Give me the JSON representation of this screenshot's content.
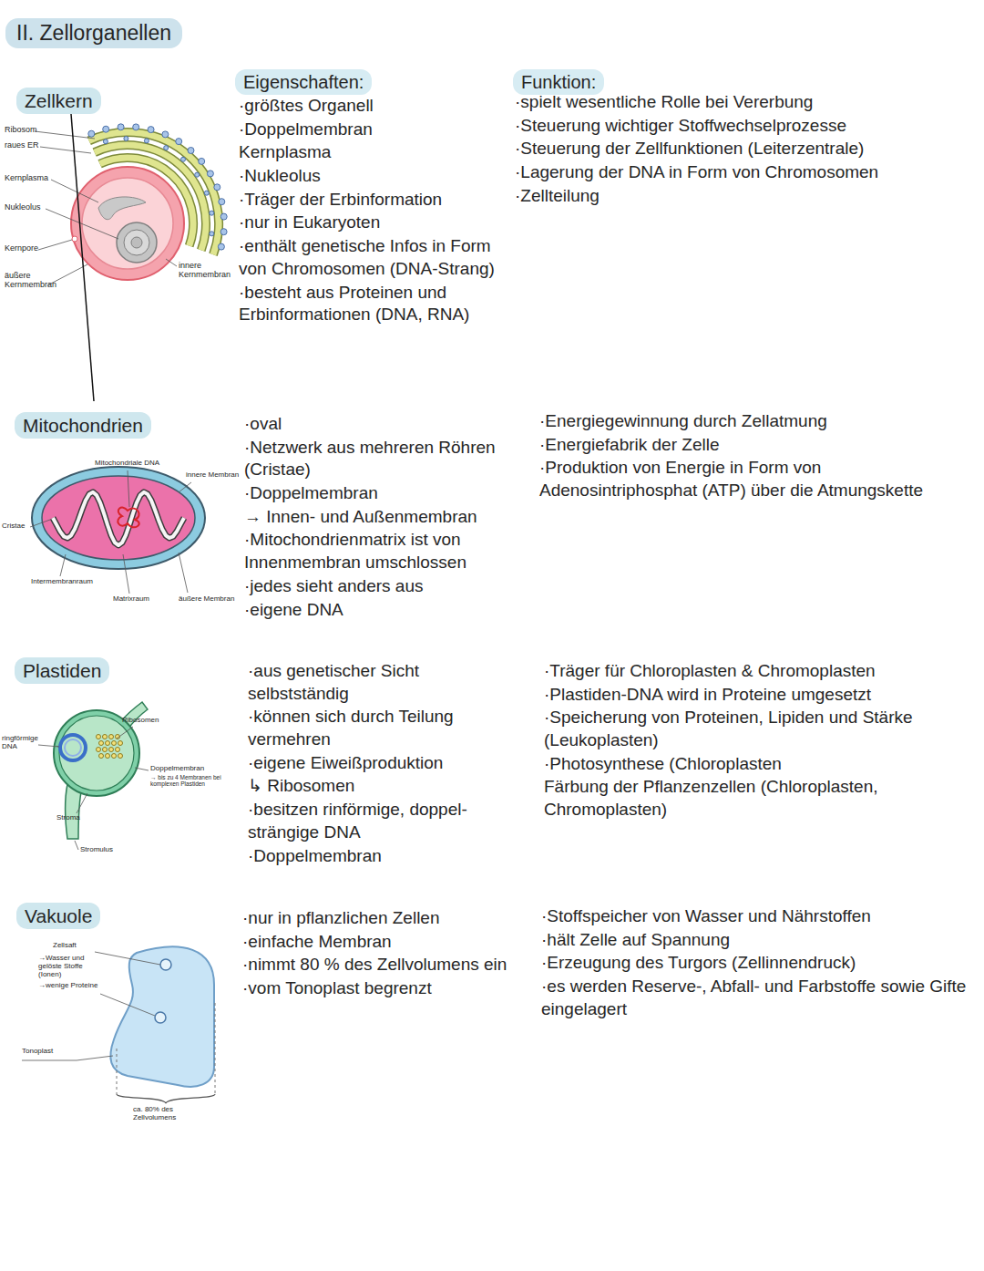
{
  "diagram": {
    "title": "II. Zellorganellen",
    "nodes": [
      {
        "text": [
          "Eigenschaften:"
        ]
      },
      {
        "text": [
          "Funktion:"
        ]
      },
      {
        "text": [
          "Zellkern"
        ]
      },
      {
        "text": [
          "Mitochondrien"
        ]
      },
      {
        "text": [
          "Plastiden"
        ]
      },
      {
        "text": [
          "Vakuole"
        ]
      }
    ],
    "labels": [
      "Ribosom",
      "raues ER",
      "Kernplasma",
      "Nukleolus",
      "Kernpore",
      "äußere Kernmembran",
      "innere Kernmembran",
      "·größtes Organell",
      "·Doppelmembran",
      "Kernplasma",
      "·Nukleolus",
      "·Träger der Erbinformation",
      "·nur in Eukaryoten",
      "·enthält genetische Infos in Form von Chromosomen (DNA-Strang)",
      "·besteht aus Proteinen und Erbinformationen (DNA, RNA)",
      "·spielt wesentliche Rolle bei Vererbung",
      "·Steuerung wichtiger Stoffwechselprozesse",
      "·Steuerung der Zellfunktionen (Leiterzentrale)",
      "·Lagerung der DNA in Form von Chromosomen",
      "·Zellteilung",
      "Mitochondriale DNA",
      "innere Membran",
      "Cristae",
      "Intermembranraum",
      "Matrixraum",
      "äußere Membran",
      "·oval",
      "·Netzwerk aus mehreren Röhren (Cristae)",
      "·Doppelmembran",
      "→ Innen- und Außenmembran",
      "·Mitochondrienmatrix ist von Innenmembran umschlossen",
      "·jedes sieht anders aus",
      "·eigene DNA",
      "·Energiegewinnung durch Zellatmung",
      "·Energiefabrik der Zelle",
      "·Produktion von Energie in Form von Adenosintriphosphat (ATP) über die Atmungskette",
      "ringförmige DNA",
      "Ribosomen",
      "Doppelmembran",
      "→ bis zu 4 Membranen bei komplexen Plastiden",
      "Stroma",
      "Stromulus",
      "·aus genetischer Sicht selbstständig",
      "·können sich durch Teilung vermehren",
      "·eigene Eiweißproduktion",
      "↳ Ribosomen",
      "·besitzen rinförmige, doppel-strängige DNA",
      "·Doppelmembran",
      "·Träger für Chloroplasten & Chromoplasten",
      "·Plastiden-DNA wird in Proteine umgesetzt",
      "·Speicherung von Proteinen, Lipiden und Stärke (Leukoplasten)",
      "·Photosynthese (Chloroplasten",
      "Färbung der Pflanzenzellen (Chloroplasten, Chromoplasten)",
      "Zellsaft",
      "→Wasser und gelöste Stoffe (Ionen)",
      "→wenige Proteine",
      "Tonoplast",
      "ca. 80% des Zellvolumens",
      "·nur in pflanzlichen Zellen",
      "·einfache Membran",
      "·nimmt 80 % des Zellvolumens ein",
      "·vom Tonoplast begrenzt",
      "·Stoffspeicher von Wasser und Nährstoffen",
      "·hält Zelle auf Spannung",
      "·Erzeugung des Turgors (Zellinnendruck)",
      "·es werden Reserve-, Abfall- und Farbstoffe sowie Gifte eingelagert"
    ]
  }
}
